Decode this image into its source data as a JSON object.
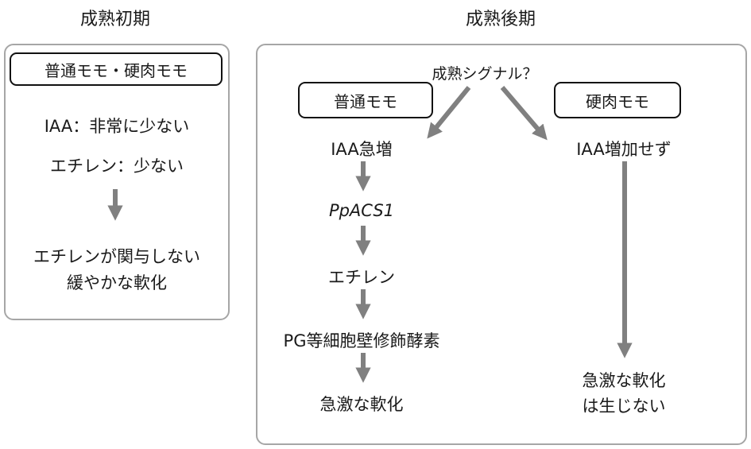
{
  "headers": {
    "early": "成熟初期",
    "late": "成熟後期"
  },
  "early_panel": {
    "box_label": "普通モモ・硬肉モモ",
    "iaa": "IAA：非常に少ない",
    "ethylene": "エチレン：少ない",
    "result_line1": "エチレンが関与しない",
    "result_line2": "緩やかな軟化"
  },
  "late_panel": {
    "signal": "成熟シグナル？",
    "normal": {
      "box_label": "普通モモ",
      "steps": [
        "IAA急増",
        "PpACS1",
        "エチレン",
        "PG等細胞壁修飾酵素",
        "急激な軟化"
      ]
    },
    "firm": {
      "box_label": "硬肉モモ",
      "step": "IAA増加せず",
      "result_line1": "急激な軟化",
      "result_line2": "は生じない"
    }
  },
  "colors": {
    "arrow": "#808080",
    "panel_border": "#a6a6a6",
    "box_border": "#111111"
  }
}
